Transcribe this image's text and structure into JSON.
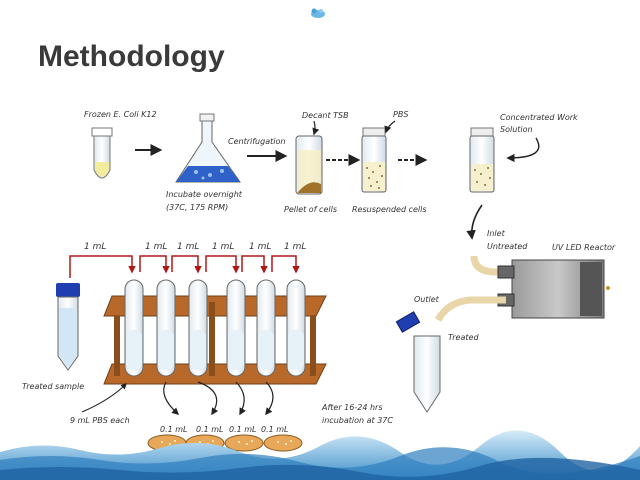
{
  "slide": {
    "title": "Methodology"
  },
  "labels": {
    "frozen": "Frozen E. Coli K12",
    "incubate_1": "Incubate overnight",
    "incubate_2": "(37C, 175 RPM)",
    "centrifugation": "Centrifugation",
    "decant": "Decant TSB",
    "pbs": "PBS",
    "pellet": "Pellet of cells",
    "resuspended": "Resuspended cells",
    "concentrated_1": "Concentrated Work",
    "concentrated_2": "Solution",
    "inlet": "Inlet",
    "untreated": "Untreated",
    "reactor": "UV LED Reactor",
    "outlet": "Outlet",
    "treated": "Treated",
    "treated_sample": "Treated sample",
    "pbs_each": "9 mL PBS each",
    "after_1": "After 16-24 hrs",
    "after_2": "incubation at 37C",
    "transfer": [
      "1 mL",
      "1 mL",
      "1 mL",
      "1 mL",
      "1 mL",
      "1 mL"
    ],
    "plate": [
      "0.1 mL",
      "0.1 mL",
      "0.1 mL",
      "0.1 mL"
    ]
  },
  "colors": {
    "title": "#3a3a3a",
    "arrow_red": "#b01818",
    "rack_wood": "#b8692a",
    "culture_blue": "#2e62c9",
    "pellet_brown": "#a0722a",
    "agar": "#e8a85a",
    "cap_blue": "#1f3fb0"
  }
}
